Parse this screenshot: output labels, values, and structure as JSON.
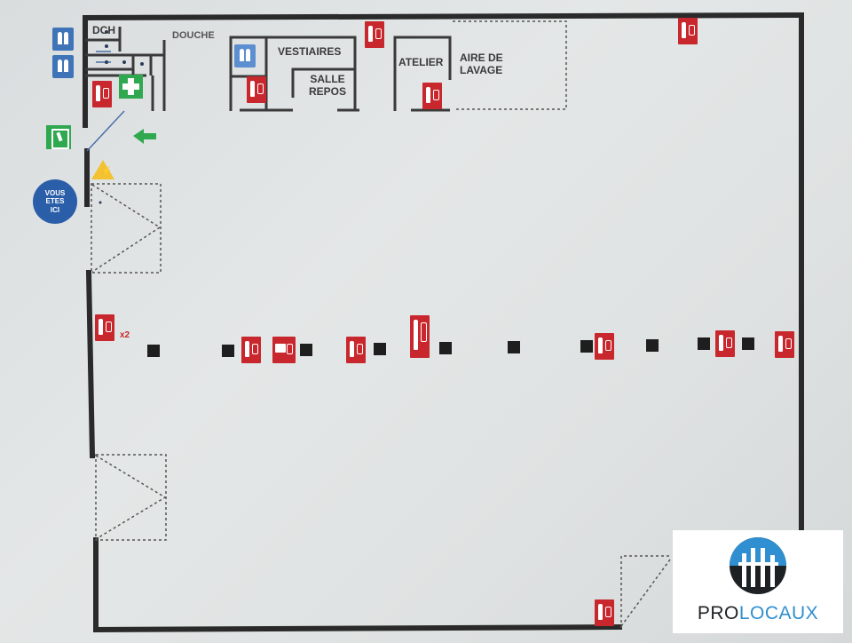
{
  "rooms": {
    "dch": "DCH",
    "douche": "DOUCHE",
    "vestiaires": "VESTIAIRES",
    "salle_repos": "SALLE\nREPOS",
    "atelier": "ATELIER",
    "aire_lavage": "AIRE DE\nLAVAGE"
  },
  "you_are_here": "VOUS\nETES\nICI",
  "extinguisher_multiplier": "x2",
  "logo": {
    "part1": "PRO",
    "part2": "LOCAUX"
  },
  "icons": {
    "extinguisher": "fire-extinguisher-icon",
    "exit": "emergency-exit-icon",
    "arrow": "exit-direction-arrow-icon",
    "first_aid": "first-aid-icon",
    "restroom": "restroom-icon",
    "electrical_hazard": "electrical-hazard-icon"
  },
  "colors": {
    "fire_red": "#c8272d",
    "safety_green": "#2fa84f",
    "info_blue": "#3f74b8",
    "you_here_blue": "#2a5ea8",
    "wall": "#2a2a2a",
    "logo_blue": "#2f8fd0"
  }
}
